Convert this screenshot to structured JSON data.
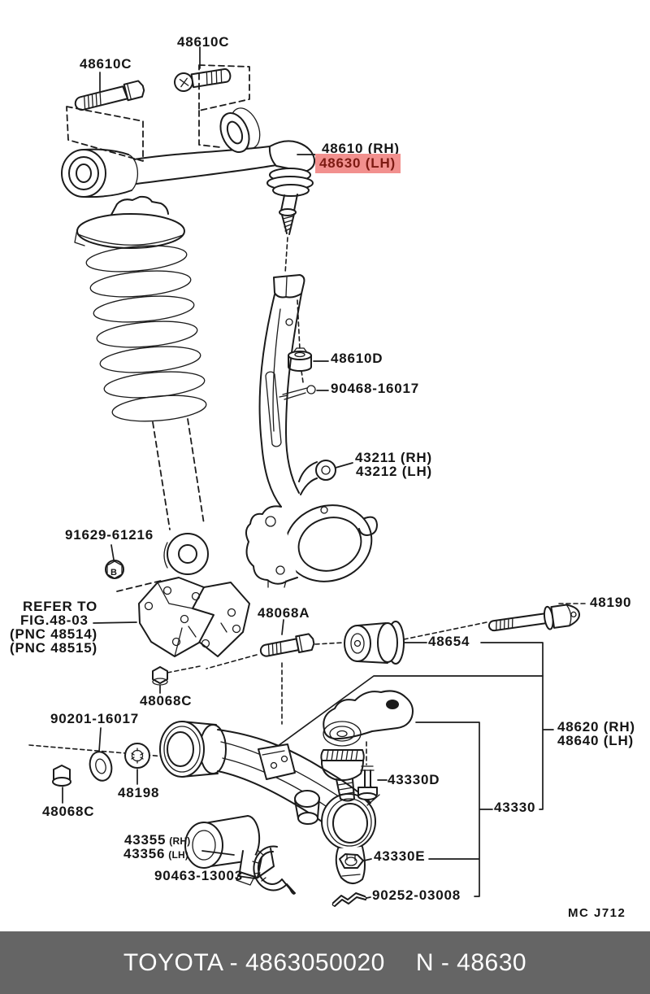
{
  "labels": {
    "bolt_top_left": "48610C",
    "bolt_top_mid": "48610C",
    "upper_arm_rh": "48610 (RH)",
    "upper_arm_lh": "48630 (LH)",
    "bushing_cap": "48610D",
    "cotter_pin_upper": "90468-16017",
    "knuckle_rh": "43211 (RH)",
    "knuckle_lh": "43212 (LH)",
    "shock_nut": "91629-61216",
    "nut_b_mark": "B",
    "refer_line1": "REFER TO",
    "refer_line2": "FIG.48-03",
    "refer_line3": "(PNC 48514)",
    "refer_line4": "(PNC 48515)",
    "bolt_48068a": "48068A",
    "bolt_48190": "48190",
    "bushing_48654": "48654",
    "nut_48068c_upper": "48068C",
    "washer_90201": "90201-16017",
    "cam_48198": "48198",
    "nut_48068c_lower": "48068C",
    "bolt_43330d": "43330D",
    "ball_joint_43330": "43330",
    "lower_arm_rh": "48620 (RH)",
    "lower_arm_lh": "48640 (LH)",
    "clamp_rh": "43355",
    "clamp_rh_side": "(RH)",
    "clamp_lh": "43356",
    "clamp_lh_side": "(LH)",
    "clamp_ring": "90463-13003",
    "nut_43330e": "43330E",
    "pin_90252": "90252-03008",
    "plate_code": "MC J712"
  },
  "footer": {
    "catalog_code": "TOYOTA - 4863050020",
    "part_code": "N - 48630"
  },
  "colors": {
    "highlight-bg": "#f2908e",
    "highlight-fg": "#7d1a12",
    "footer-bg": "#656565",
    "footer-fg": "#ffffff",
    "line": "#1b1b1b"
  }
}
